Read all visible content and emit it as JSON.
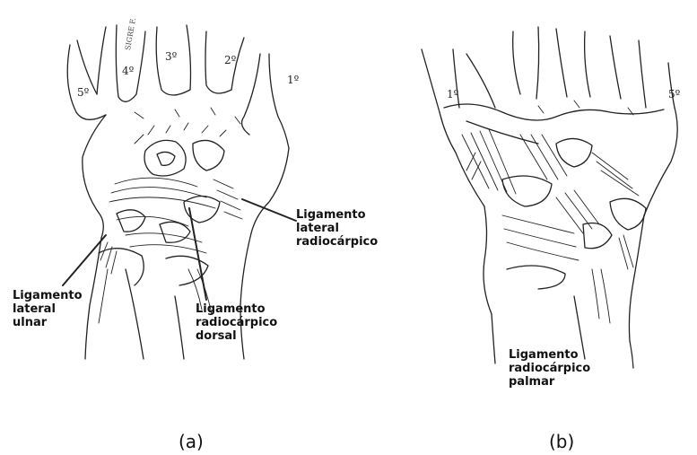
{
  "figure_a": {
    "caption": "(a)",
    "signature": "SIGRE F.",
    "digits": [
      "5º",
      "4º",
      "3º",
      "2º",
      "1º"
    ],
    "labels": {
      "lateral_radiocarpico": "Ligamento\nlateral\nradiocárpico",
      "lateral_ulnar": "Ligamento\nlateral\nulnar",
      "radiocarpico_dorsal": "Ligamento\nradiocárpico\ndorsal"
    }
  },
  "figure_b": {
    "caption": "(b)",
    "digits": [
      "1º",
      "5º"
    ],
    "labels": {
      "radiocarpico_palmar": "Ligamento\nradiocárpico\npalmar"
    }
  }
}
